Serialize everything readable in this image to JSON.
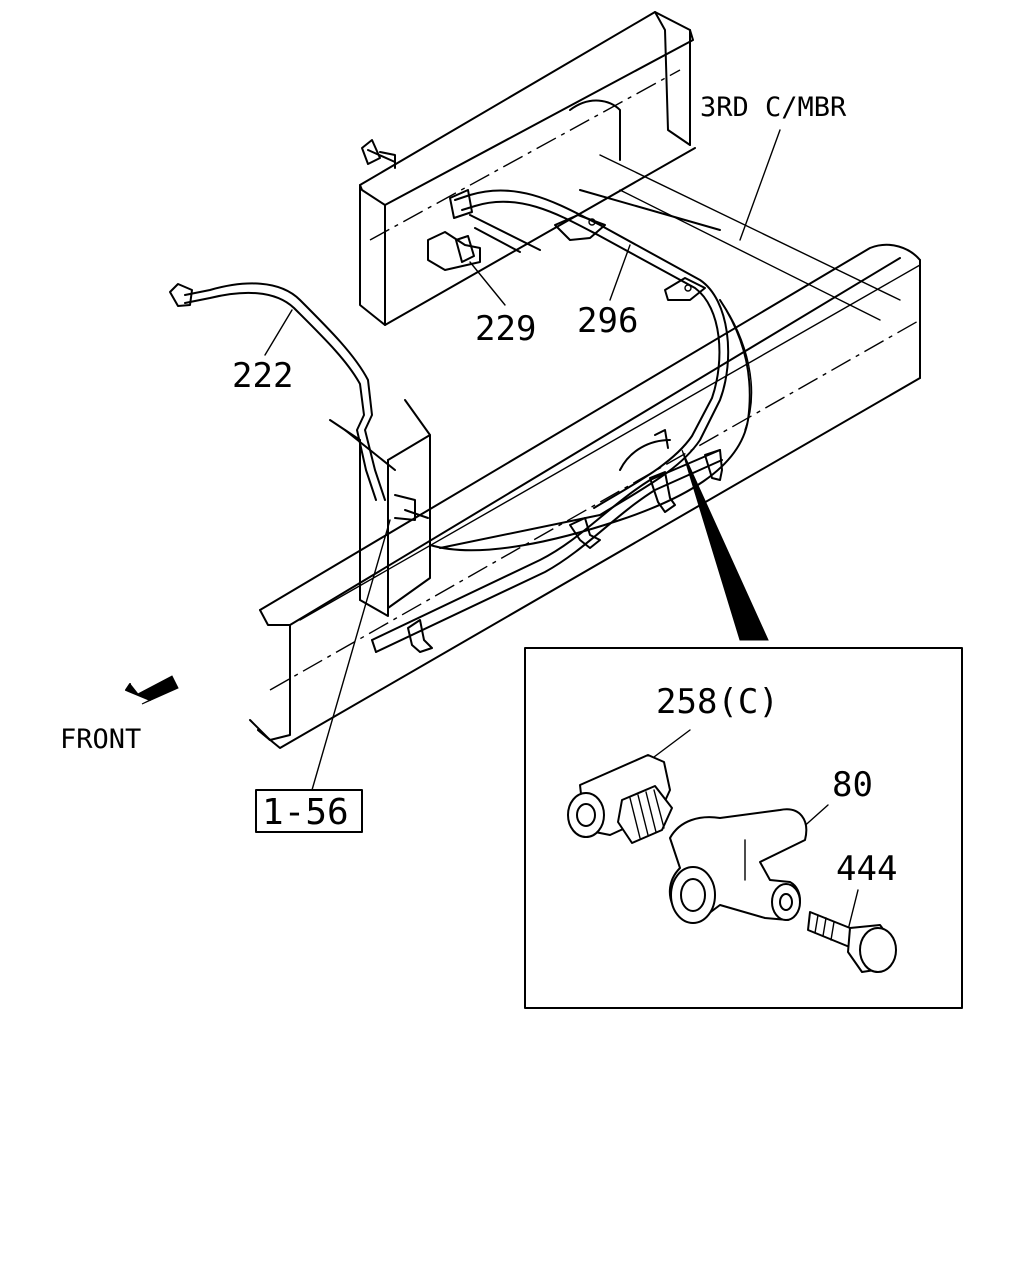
{
  "labels": {
    "crossmember": "3RD C/MBR",
    "part_222": "222",
    "part_229": "229",
    "part_296": "296",
    "part_258c": "258(C)",
    "part_80": "80",
    "part_444": "444",
    "front": "FRONT",
    "ref_box": "1-56"
  }
}
